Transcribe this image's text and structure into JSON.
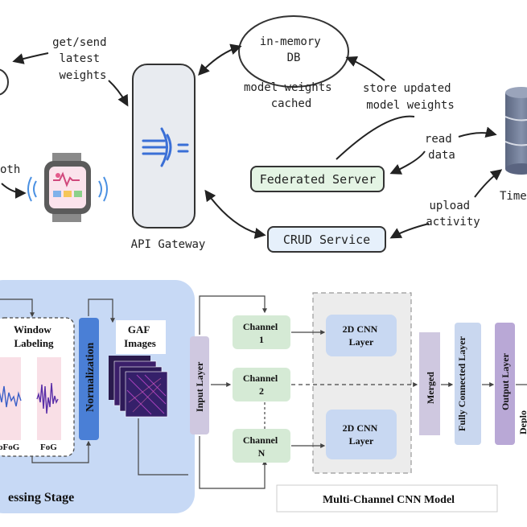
{
  "top": {
    "get_send_label": [
      "get/send",
      "latest",
      "weights"
    ],
    "db_label": [
      "in-memory",
      "DB"
    ],
    "model_cached_label": [
      "model weights",
      "cached"
    ],
    "store_updated_label": [
      "store updated",
      "model weights"
    ],
    "read_data_label": [
      "read",
      "data"
    ],
    "upload_activity_label": [
      "upload",
      "activity"
    ],
    "api_gateway_label": "API Gateway",
    "federated_server_label": "Federated Server",
    "crud_service_label": "CRUD Service",
    "bluetooth_fragment": "oth",
    "timeseries_fragment": "Time"
  },
  "bottom": {
    "window_labeling": [
      "Window",
      "Labeling"
    ],
    "nofog_label": "oFoG",
    "fog_label": "FoG",
    "normalization_label": "Normalization",
    "gaf_images": [
      "GAF",
      "Images"
    ],
    "preprocessing_label": "essing Stage",
    "input_layer": "Input Layer",
    "channel1": [
      "Channel",
      "1"
    ],
    "channel2": [
      "Channel",
      "2"
    ],
    "channelN": [
      "Channel",
      "N"
    ],
    "cnn_label": [
      "2D CNN",
      "Layer"
    ],
    "merged_label": "Merged",
    "fc_label": "Fully Connected Layer",
    "output_label": "Output Layer",
    "deploy_fragment": "Deplo",
    "model_title": "Multi-Channel CNN Model"
  },
  "colors": {
    "gateway_fill": "#e8ebf0",
    "gateway_icon": "#3a6fd6",
    "service_fill": "#e4f4e4",
    "crud_fill": "#e6f0fb",
    "preproc_panel": "#c7d9f5",
    "normalization_bar": "#4a7fd6",
    "channel_fill": "#d5ead5",
    "cnn_fill": "#c8d8f2",
    "merged_fill": "#cfc8e0",
    "fc_fill": "#c9d7ef",
    "output_fill": "#b9a8d6",
    "db_cylinder": "#6d7790"
  }
}
